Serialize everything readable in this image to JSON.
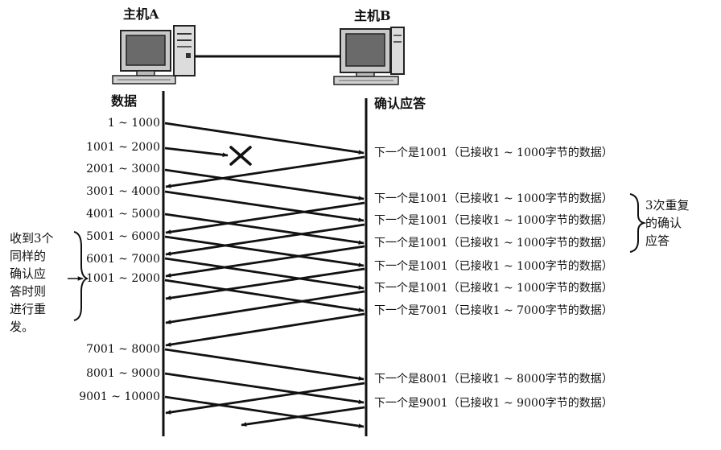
{
  "hosts": {
    "a": "主机A",
    "b": "主机B"
  },
  "headers": {
    "data": "数据",
    "ack": "确认应答"
  },
  "segments": [
    "1 ~ 1000",
    "1001 ~ 2000",
    "2001 ~ 3000",
    "3001 ~ 4000",
    "4001 ~ 5000",
    "5001 ~ 6000",
    "6001 ~ 7000",
    "1001 ~ 2000",
    "7001 ~ 8000",
    "8001 ~ 9000",
    "9001 ~ 10000"
  ],
  "acks": [
    "下一个是1001（已接收1 ~ 1000字节的数据）",
    "下一个是1001（已接收1 ~ 1000字节的数据）",
    "下一个是1001（已接收1 ~ 1000字节的数据）",
    "下一个是1001（已接收1 ~ 1000字节的数据）",
    "下一个是1001（已接收1 ~ 1000字节的数据）",
    "下一个是1001（已接收1 ~ 1000字节的数据）",
    "下一个是7001（已接收1 ~ 7000字节的数据）",
    "下一个是8001（已接收1 ~ 8000字节的数据）",
    "下一个是9001（已接收1 ~ 9000字节的数据）"
  ],
  "notes": {
    "left_lines": [
      "收到3个",
      "同样的",
      "确认应",
      "答时则",
      "进行重",
      "发。"
    ],
    "right_lines": [
      "3次重复",
      "的确认",
      "应答"
    ]
  }
}
